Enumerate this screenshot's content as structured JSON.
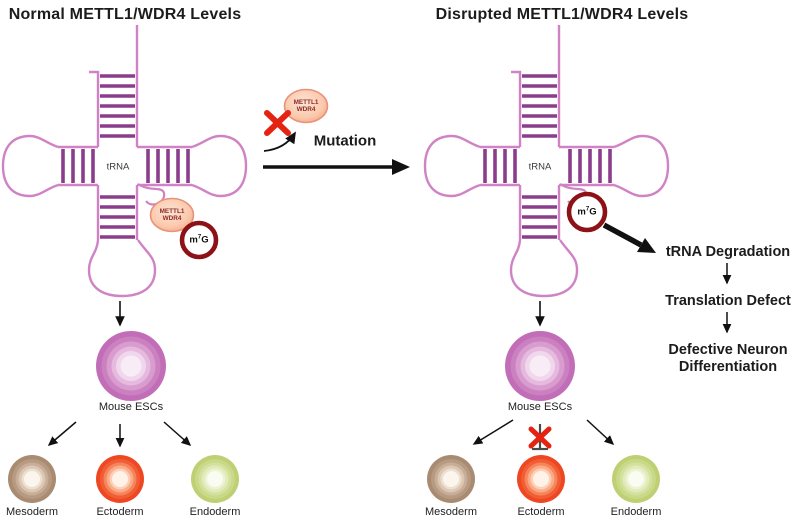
{
  "left": {
    "title": "Normal METTL1/WDR4 Levels",
    "trna_label": "tRNA",
    "complex": {
      "line1": "METTL1",
      "line2": "WDR4"
    },
    "m7g": {
      "base": "m",
      "sup": "7",
      "tail": "G"
    },
    "esc_label": "Mouse ESCs",
    "germ_layers": [
      "Mesoderm",
      "Ectoderm",
      "Endoderm"
    ]
  },
  "center": {
    "complex": {
      "line1": "METTL1",
      "line2": "WDR4"
    },
    "mutation_label": "Mutation"
  },
  "right": {
    "title": "Disrupted METTL1/WDR4 Levels",
    "trna_label": "tRNA",
    "m7g": {
      "base": "m",
      "sup": "7",
      "tail": "G"
    },
    "esc_label": "Mouse ESCs",
    "germ_layers": [
      "Mesoderm",
      "Ectoderm",
      "Endoderm"
    ],
    "cascade": [
      "tRNA Degradation",
      "Translation Defect",
      "Defective Neuron Differentiation"
    ]
  },
  "palette": {
    "strand_pink": "#d083c4",
    "rung_purple": "#8a3d8a",
    "complex_fill": "#f9bb9e",
    "complex_fill_light": "#fde4d4",
    "complex_border": "#e8927a",
    "m7g_ring": "#8c1218",
    "esc_outer": "#c26db7",
    "mesoderm_outer": "#a98b71",
    "ectoderm_outer": "#ee4722",
    "endoderm_outer": "#bed073",
    "arrow_black": "#111111",
    "block_red": "#e42313",
    "inhibit_gray": "#4a4a4a"
  }
}
